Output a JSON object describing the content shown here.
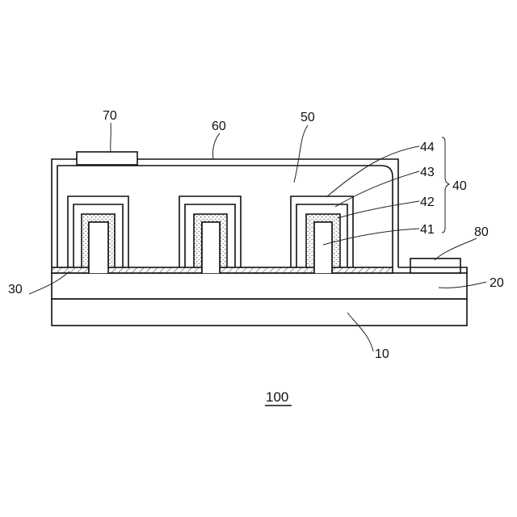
{
  "labels": {
    "ref_10": "10",
    "ref_20": "20",
    "ref_30": "30",
    "ref_40": "40",
    "ref_41": "41",
    "ref_42": "42",
    "ref_43": "43",
    "ref_44": "44",
    "ref_50": "50",
    "ref_60": "60",
    "ref_70": "70",
    "ref_80": "80"
  },
  "figure_number": "100"
}
